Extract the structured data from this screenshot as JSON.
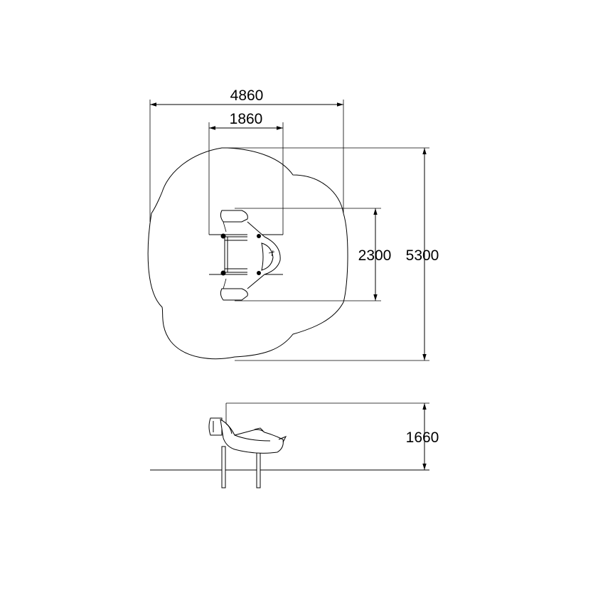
{
  "plan_view": {
    "dimensions": {
      "overall_width": "4860",
      "equipment_width": "1860",
      "equipment_length": "2300",
      "overall_length": "5300"
    }
  },
  "elevation_view": {
    "dimensions": {
      "height": "1660"
    }
  }
}
